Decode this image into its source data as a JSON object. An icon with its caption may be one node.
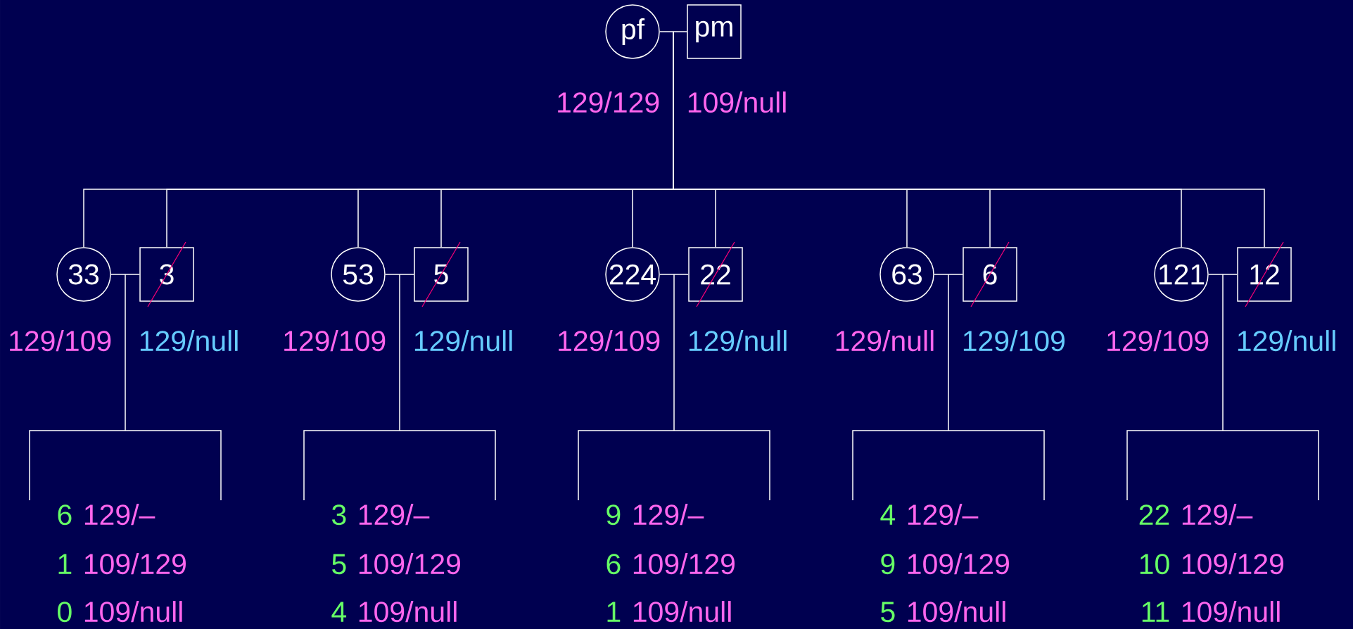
{
  "diagram": {
    "nodes": [
      {
        "text": [
          "pf"
        ]
      },
      {
        "text": [
          "pm"
        ]
      },
      {
        "text": [
          "33"
        ]
      },
      {
        "text": [
          "3"
        ]
      },
      {
        "text": [
          "53"
        ]
      },
      {
        "text": [
          "5"
        ]
      },
      {
        "text": [
          "224"
        ]
      },
      {
        "text": [
          "22"
        ]
      },
      {
        "text": [
          "63"
        ]
      },
      {
        "text": [
          "6"
        ]
      },
      {
        "text": [
          "121"
        ]
      },
      {
        "text": [
          "12"
        ]
      }
    ],
    "edges": [
      {
        "from": 0,
        "to": 1,
        "arrow": "none"
      },
      {
        "from": 2,
        "to": 3,
        "arrow": "none"
      },
      {
        "from": 4,
        "to": 5,
        "arrow": "none"
      },
      {
        "from": 6,
        "to": 7,
        "arrow": "none"
      },
      {
        "from": 8,
        "to": 9,
        "arrow": "none"
      },
      {
        "from": 10,
        "to": 11,
        "arrow": "none"
      },
      {
        "from": 0,
        "to": 2,
        "arrow": "none"
      },
      {
        "from": 0,
        "to": 3,
        "arrow": "none"
      },
      {
        "from": 0,
        "to": 4,
        "arrow": "none"
      },
      {
        "from": 0,
        "to": 5,
        "arrow": "none"
      },
      {
        "from": 0,
        "to": 6,
        "arrow": "none"
      },
      {
        "from": 0,
        "to": 7,
        "arrow": "none"
      },
      {
        "from": 0,
        "to": 8,
        "arrow": "none"
      },
      {
        "from": 0,
        "to": 9,
        "arrow": "none"
      },
      {
        "from": 0,
        "to": 10,
        "arrow": "none"
      },
      {
        "from": 0,
        "to": 11,
        "arrow": "none"
      },
      {
        "from": 1,
        "to": 2,
        "arrow": "none"
      },
      {
        "from": 1,
        "to": 3,
        "arrow": "none"
      },
      {
        "from": 1,
        "to": 4,
        "arrow": "none"
      },
      {
        "from": 1,
        "to": 5,
        "arrow": "none"
      },
      {
        "from": 1,
        "to": 6,
        "arrow": "none"
      },
      {
        "from": 1,
        "to": 7,
        "arrow": "none"
      },
      {
        "from": 1,
        "to": 8,
        "arrow": "none"
      },
      {
        "from": 1,
        "to": 9,
        "arrow": "none"
      },
      {
        "from": 1,
        "to": 10,
        "arrow": "none"
      },
      {
        "from": 1,
        "to": 11,
        "arrow": "none"
      }
    ],
    "labels": [
      "129/129",
      "109/null",
      "129/109",
      "129/null",
      "129/109",
      "129/null",
      "129/109",
      "129/null",
      "129/null",
      "129/109",
      "129/109",
      "129/null",
      "6",
      "129/–",
      "3",
      "129/–",
      "9",
      "129/–",
      "4",
      "129/–",
      "22",
      "129/–",
      "1",
      "109/129",
      "5",
      "109/129",
      "6",
      "109/129",
      "9",
      "109/129",
      "10",
      "109/129",
      "0",
      "109/null",
      "4",
      "109/null",
      "1",
      "109/null",
      "5",
      "109/null",
      "11",
      "109/null"
    ]
  }
}
